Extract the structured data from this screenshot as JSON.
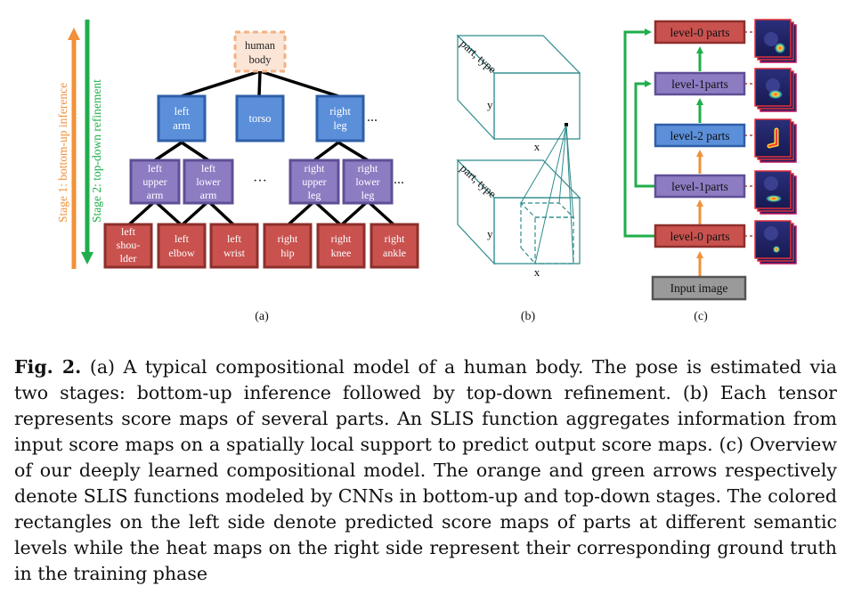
{
  "panel_a": {
    "stage_labels": {
      "bottom_up": "Stage 1: bottom-up inference",
      "top_down": "Stage 2: top-down refinement"
    },
    "nodes": {
      "root": [
        "human",
        "body"
      ],
      "level2": [
        [
          "left",
          "arm"
        ],
        [
          "torso"
        ],
        [
          "right",
          "leg"
        ]
      ],
      "level1": [
        [
          "left",
          "upper",
          "arm"
        ],
        [
          "left",
          "lower",
          "arm"
        ],
        [
          "right",
          "upper",
          "leg"
        ],
        [
          "right",
          "lower",
          "leg"
        ]
      ],
      "level0": [
        [
          "left",
          "shou-",
          "lder"
        ],
        [
          "left",
          "elbow"
        ],
        [
          "left",
          "wrist"
        ],
        [
          "right",
          "hip"
        ],
        [
          "right",
          "knee"
        ],
        [
          "right",
          "ankle"
        ]
      ]
    },
    "ellipsis": "...",
    "ellipsis_mid": "···",
    "label": "(a)"
  },
  "panel_b": {
    "axis_part_type": "part, type",
    "axis_y": "y",
    "axis_x": "x",
    "label": "(b)"
  },
  "panel_c": {
    "boxes": [
      "level-0 parts",
      "level-1parts",
      "level-2 parts",
      "level-1parts",
      "level-0 parts",
      "Input image"
    ],
    "label": "(c)"
  },
  "caption": {
    "lead": "Fig. 2.",
    "text": "(a) A typical compositional model of a human body. The pose is estimated via two stages: bottom-up inference followed by top-down refinement. (b) Each tensor represents score maps of several parts. An SLIS function aggregates information from input score maps on a spatially local support to predict output score maps. (c) Overview of our deeply learned compositional model. The orange and green arrows respectively denote SLIS functions modeled by CNNs in bottom-up and top-down stages. The colored rectangles on the left side denote predicted score maps of parts at different semantic levels while the heat maps on the right side represent their corresponding ground truth in the training phase"
  },
  "colors": {
    "root_fill": "#fbe5d6",
    "root_border": "#f4b183",
    "level2_fill": "#5b8fd9",
    "level2_border": "#2e5fa8",
    "level1_fill": "#8e7cc3",
    "level1_border": "#5f4f96",
    "level0_fill": "#c9524f",
    "level0_border": "#8e2f2c",
    "orange": "#f0913a",
    "green": "#1fae4b",
    "tensor": "#2e8b8b",
    "input_fill": "#9a9a9a",
    "input_border": "#555555"
  }
}
